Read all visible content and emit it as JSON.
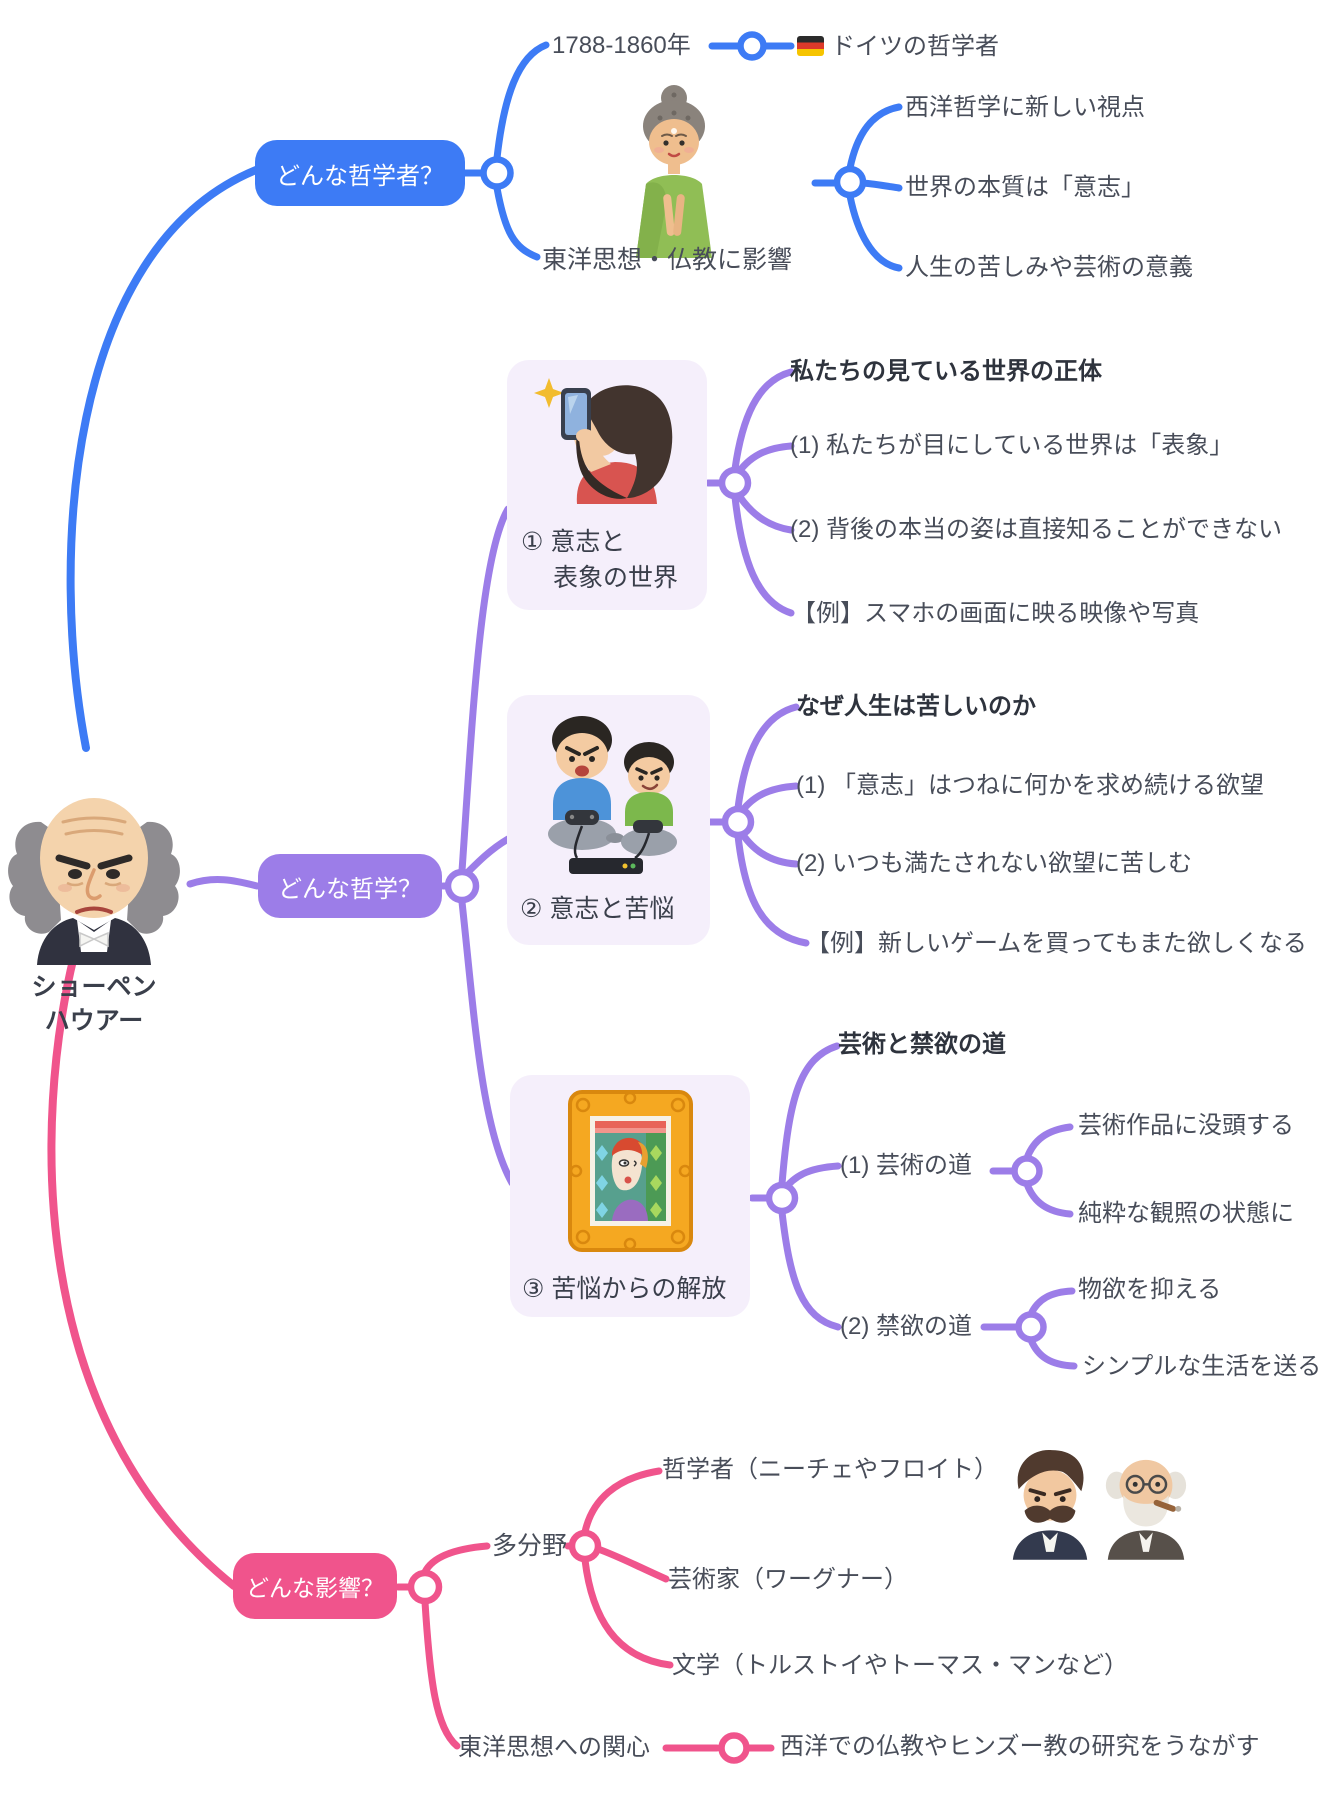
{
  "root": {
    "name_line1": "ショーペン",
    "name_line2": "ハウアー",
    "portrait": "schopenhauer-portrait-illustration"
  },
  "philosopher": {
    "button": "どんな哲学者？",
    "years": "1788-1860年",
    "flag_icon": "germany-flag-icon",
    "nationality": "ドイツの哲学者",
    "buddha_image": "buddha-monk-illustration",
    "eastern_label": "東洋思想・仏教に影響",
    "points": [
      "西洋哲学に新しい視点",
      "世界の本質は「意志」",
      "人生の苦しみや芸術の意義"
    ]
  },
  "philosophy": {
    "button": "どんな哲学？",
    "topic1": {
      "label_line1": "① 意志と",
      "label_line2": "表象の世界",
      "image": "woman-taking-photo-illustration",
      "heading": "私たちの見ている世界の正体",
      "points": [
        "(1) 私たちが目にしている世界は「表象」",
        "(2) 背後の本当の姿は直接知ることができない",
        "【例】スマホの画面に映る映像や写真"
      ]
    },
    "topic2": {
      "label": "② 意志と苦悩",
      "image": "kids-playing-video-games-illustration",
      "heading": "なぜ人生は苦しいのか",
      "points": [
        "(1) 「意志」はつねに何かを求め続ける欲望",
        "(2) いつも満たされない欲望に苦しむ",
        "【例】新しいゲームを買ってもまた欲しくなる"
      ]
    },
    "topic3": {
      "label": "③ 苦悩からの解放",
      "image": "framed-painting-illustration",
      "heading": "芸術と禁欲の道",
      "art_path": {
        "label": "(1) 芸術の道",
        "children": [
          "芸術作品に没頭する",
          "純粋な観照の状態に"
        ]
      },
      "ascetic_path": {
        "label": "(2) 禁欲の道",
        "children": [
          "物欲を抑える",
          "シンプルな生活を送る"
        ]
      }
    }
  },
  "influence": {
    "button": "どんな影響？",
    "multi_field": {
      "label": "多分野",
      "items": [
        "哲学者（ニーチェやフロイト）",
        "芸術家（ワーグナー）",
        "文学（トルストイやトーマス・マンなど）"
      ],
      "portraits": [
        "nietzsche-portrait-illustration",
        "freud-portrait-illustration"
      ]
    },
    "eastern_interest": {
      "label": "東洋思想への関心",
      "child": "西洋での仏教やヒンズー教の研究をうながす"
    }
  },
  "colors": {
    "blue_branch": "#3D7BF5",
    "purple_branch": "#9C7DE8",
    "pink_branch": "#F0548C",
    "text": "#484D59",
    "heading_text": "#2E333D",
    "card_background": "#F5EFFB"
  }
}
